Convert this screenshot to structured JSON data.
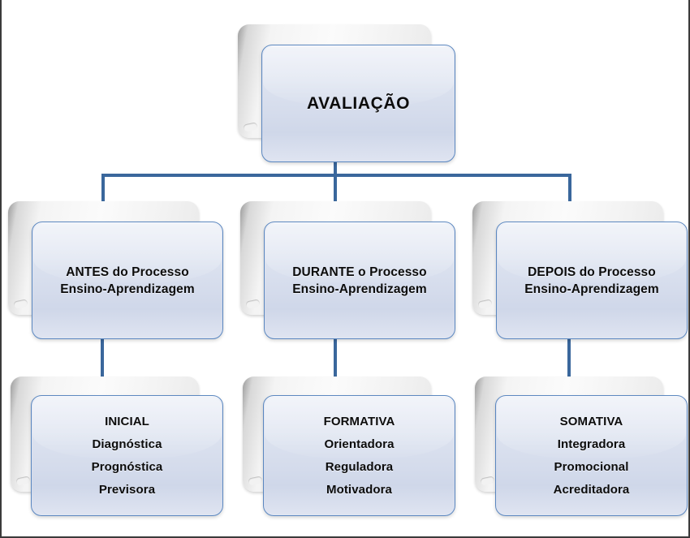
{
  "diagram": {
    "title": "AVALIAÇÃO",
    "root": {
      "label": "AVALIAÇÃO"
    },
    "stages": [
      {
        "id": "antes",
        "line1": "ANTES do Processo",
        "line2": "Ensino-Aprendizagem",
        "detail": {
          "head": "INICIAL",
          "items": [
            "Diagnóstica",
            "Prognóstica",
            "Previsora"
          ]
        }
      },
      {
        "id": "durante",
        "line1": "DURANTE o Processo",
        "line2": "Ensino-Aprendizagem",
        "detail": {
          "head": "FORMATIVA",
          "items": [
            "Orientadora",
            "Reguladora",
            "Motivadora"
          ]
        }
      },
      {
        "id": "depois",
        "line1": "DEPOIS do Processo",
        "line2": "Ensino-Aprendizagem",
        "detail": {
          "head": "SOMATIVA",
          "items": [
            "Integradora",
            "Promocional",
            "Acreditadora"
          ]
        }
      }
    ],
    "colors": {
      "connector": "#3a679c",
      "card_border": "#5b87c0",
      "card_fill": "#d5dcec",
      "back_card": "#f6f6f6",
      "frame_border": "#3b3b3b",
      "text": "#0c0c0c",
      "background": "#ffffff"
    }
  }
}
